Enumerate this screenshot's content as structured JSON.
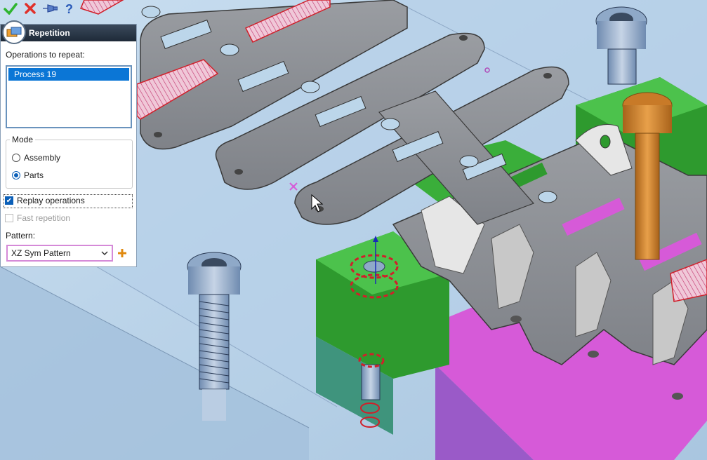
{
  "toolbar": {
    "ok_icon": "green-checkmark-icon",
    "cancel_icon": "red-x-icon",
    "pin_icon": "pushpin-icon",
    "help_icon": "question-mark-icon"
  },
  "panel": {
    "title": "Repetition",
    "operations_label": "Operations to repeat:",
    "operations": [
      "Process 19"
    ],
    "mode_label": "Mode",
    "mode_options": [
      "Assembly",
      "Parts"
    ],
    "mode_selected": "Parts",
    "replay_label": "Replay operations",
    "replay_checked": true,
    "fast_label": "Fast repetition",
    "fast_checked": false,
    "pattern_label": "Pattern:",
    "pattern_value": "XZ Sym Pattern"
  },
  "colors": {
    "accent": "#0b76d6",
    "background": "#bcd6ea",
    "green_part": "#2e9a2e",
    "magenta_part": "#d65ad8",
    "steel": "#8c8f94",
    "bolt_orange": "#d8862a"
  }
}
